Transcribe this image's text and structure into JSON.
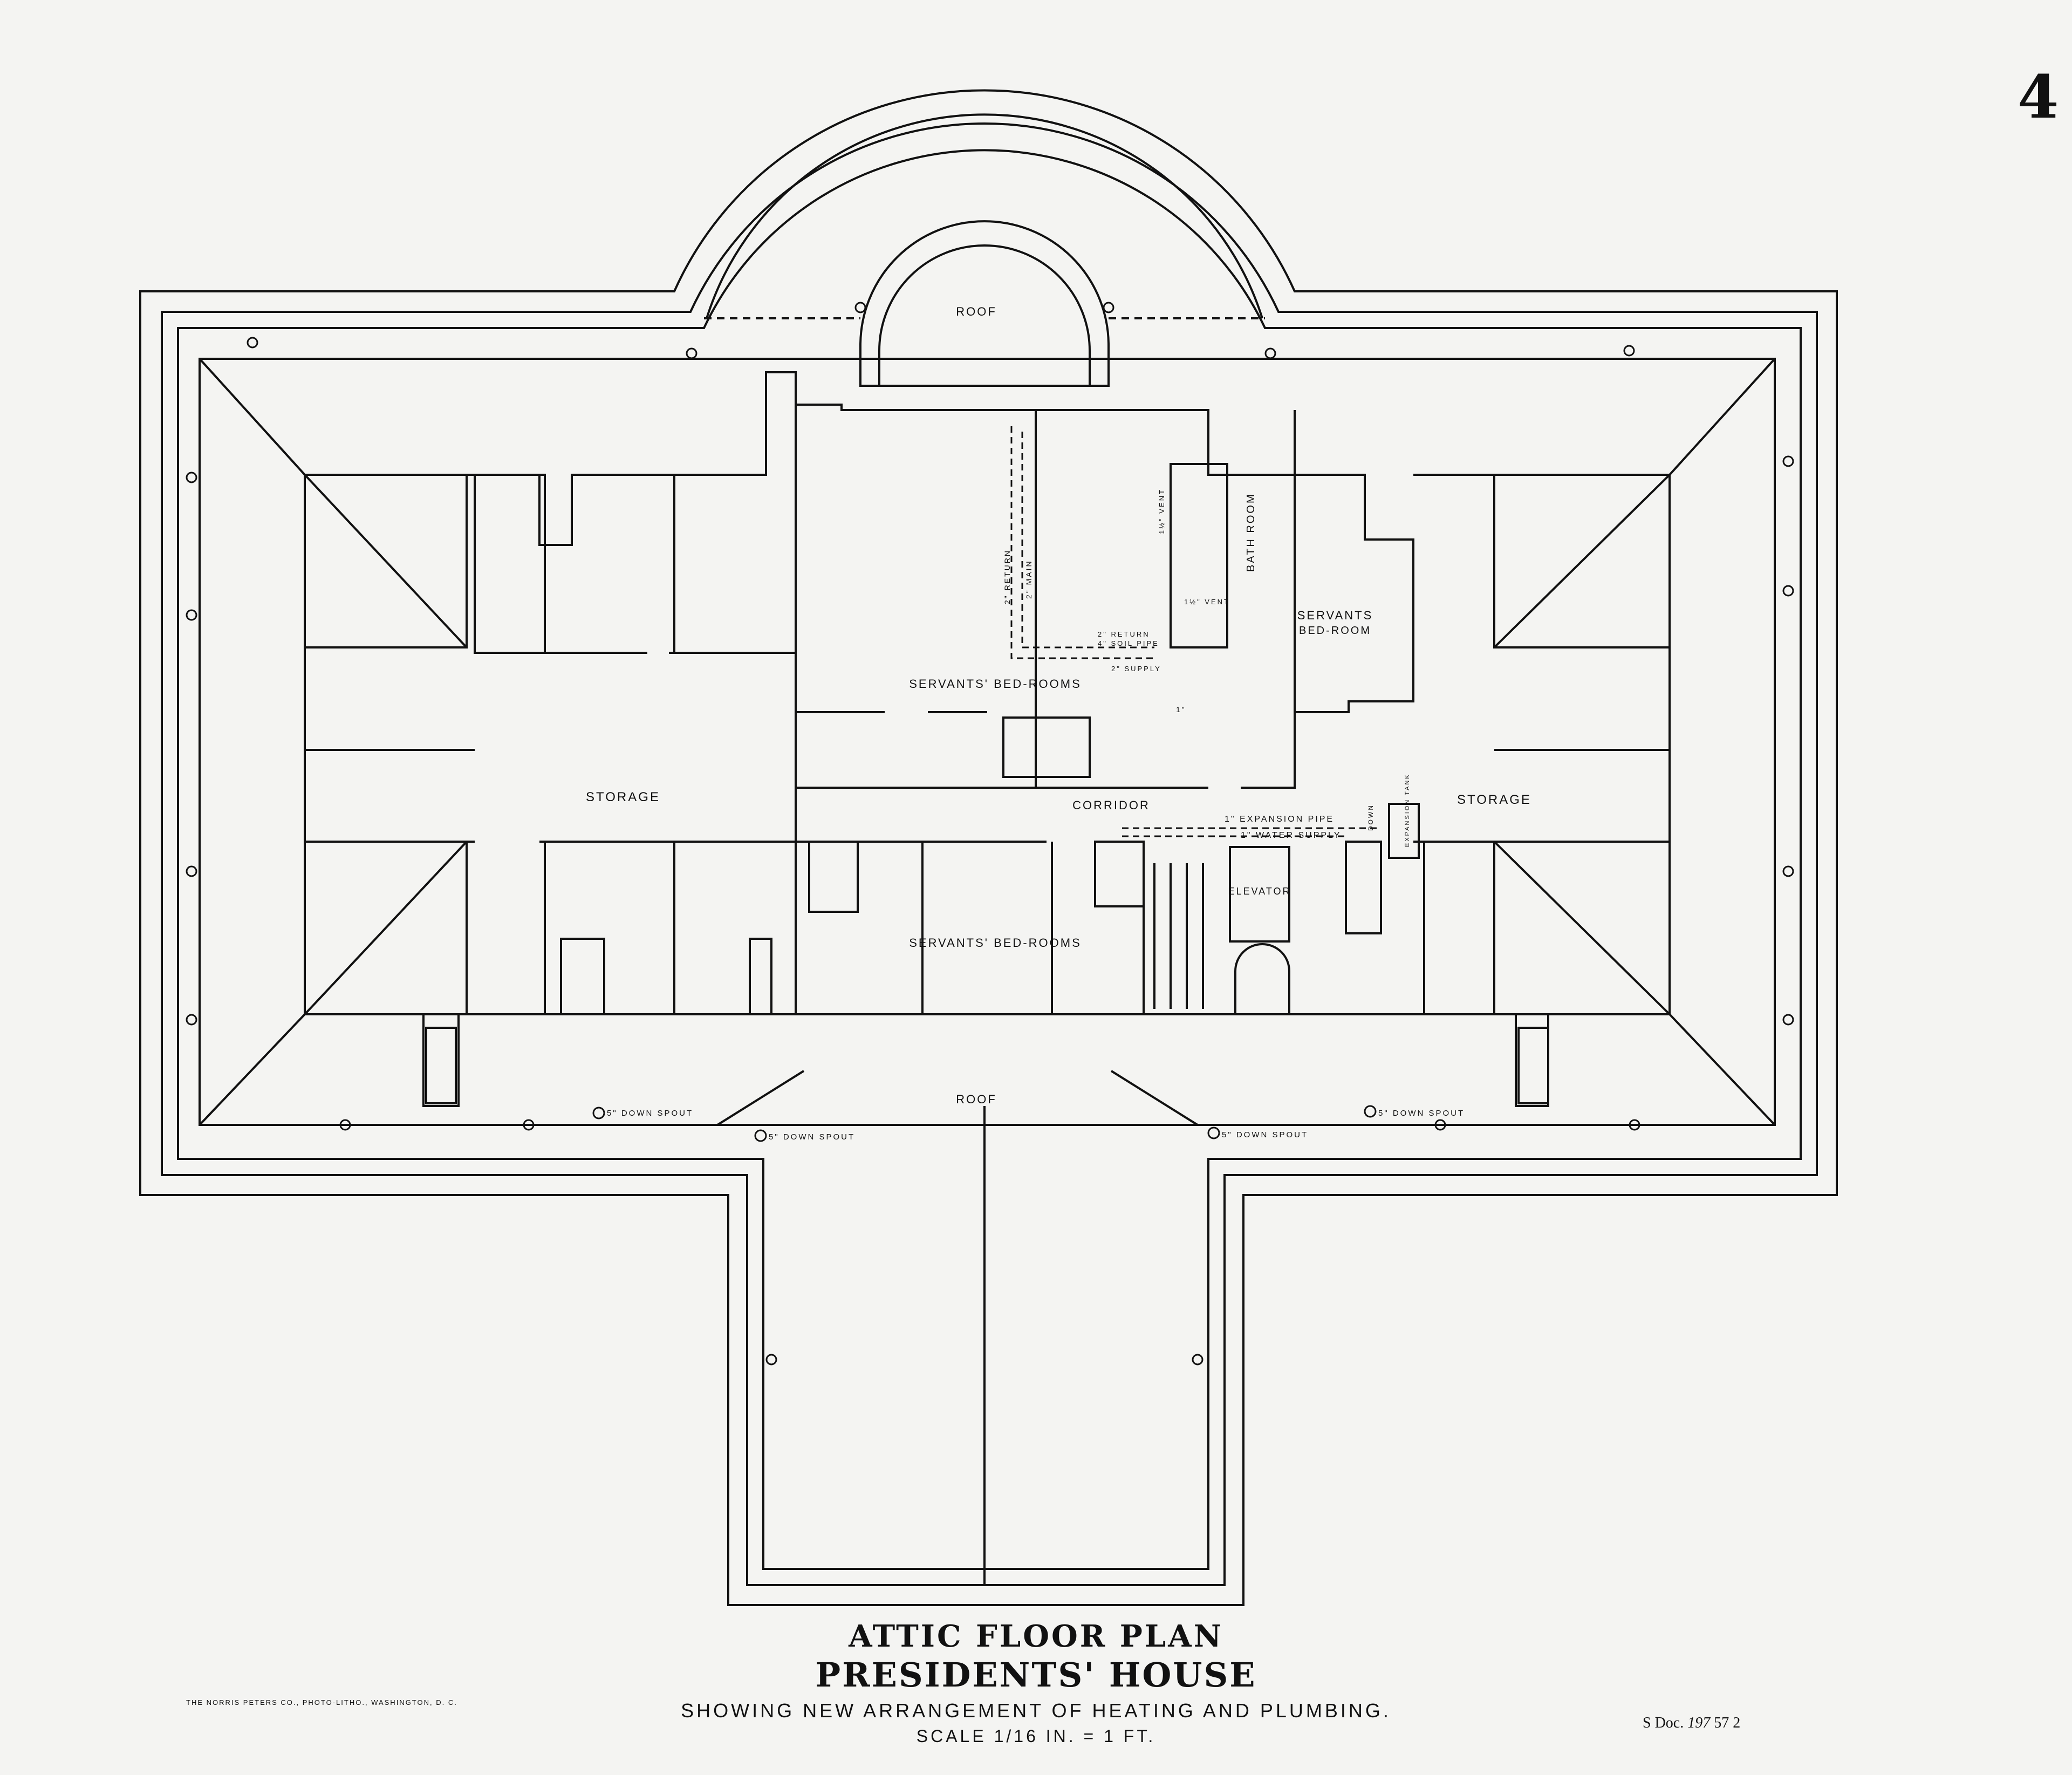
{
  "sheet_number": "4",
  "labels": {
    "roof_top": "ROOF",
    "roof_bottom": "ROOF",
    "storage_left": "STORAGE",
    "storage_right": "STORAGE",
    "corridor": "CORRIDOR",
    "servants_top": "SERVANTS' BED-ROOMS",
    "servants_bottom": "SERVANTS' BED-ROOMS",
    "servants_right_1": "SERVANTS",
    "servants_right_2": "BED-ROOM",
    "bath_room": "BATH ROOM",
    "elevator": "ELEVATOR",
    "expansion_tank": "EXPANSION TANK",
    "expansion_pipe": "1\" EXPANSION PIPE",
    "water_supply": "1\" WATER SUPPLY",
    "return_pipe": "2\" RETURN",
    "main_pipe": "2\" MAIN",
    "return_soil": "2\" RETURN",
    "soil_pipe": "4\" SOIL PIPE",
    "supply_pipe": "2\" SUPPLY",
    "vent_1": "1½\" VENT",
    "vent_2": "1½\" VENT",
    "pipe_1in": "1\"",
    "down_spout_1": "5\" DOWN SPOUT",
    "down_spout_2": "5\" DOWN SPOUT",
    "down_spout_3": "5\" DOWN SPOUT",
    "down_spout_4": "5\" DOWN SPOUT",
    "down": "DOWN"
  },
  "title": {
    "line1": "ATTIC FLOOR PLAN",
    "line2": "PRESIDENTS' HOUSE",
    "line3": "SHOWING NEW ARRANGEMENT OF HEATING AND PLUMBING.",
    "line4": "SCALE 1/16 IN. = 1 FT."
  },
  "printer_credit": "THE NORRIS PETERS CO., PHOTO-LITHO., WASHINGTON, D. C.",
  "doc_reference": {
    "prefix": "S Doc.",
    "number": "197",
    "congress": "57",
    "session": "2"
  }
}
